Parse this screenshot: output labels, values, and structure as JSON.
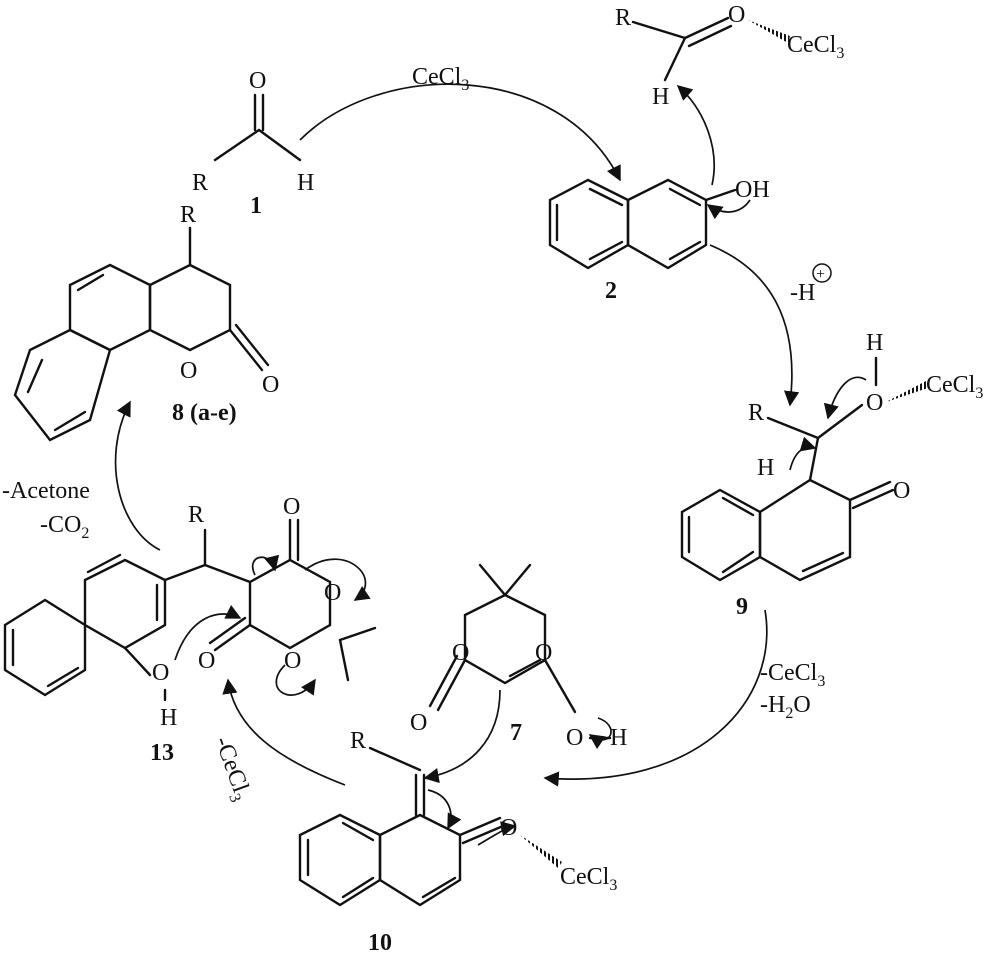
{
  "reagents": {
    "cecl3_top": "CeCl",
    "cecl3_sub": "3",
    "minus_h": "-H",
    "charge_plus": "+",
    "cecl3_h2o_line1": "-CeCl",
    "cecl3_h2o_line1_sub": "3",
    "cecl3_h2o_line2": "-H",
    "cecl3_h2o_line2_sub": "2",
    "cecl3_h2o_line2_end": "O",
    "cecl3_rot": "-CeCl",
    "cecl3_rot_sub": "3",
    "acetone": "-Acetone",
    "co2": "-CO",
    "co2_sub": "2"
  },
  "atoms": {
    "R": "R",
    "O": "O",
    "H": "H",
    "OH": "OH",
    "CeCl": "CeCl",
    "sub3": "3",
    "dots": ":",
    "dot": "•"
  },
  "compounds": {
    "c1": "1",
    "c2": "2",
    "c7": "7",
    "c8": "8 (a-e)",
    "c9": "9",
    "c10": "10",
    "c13": "13"
  }
}
